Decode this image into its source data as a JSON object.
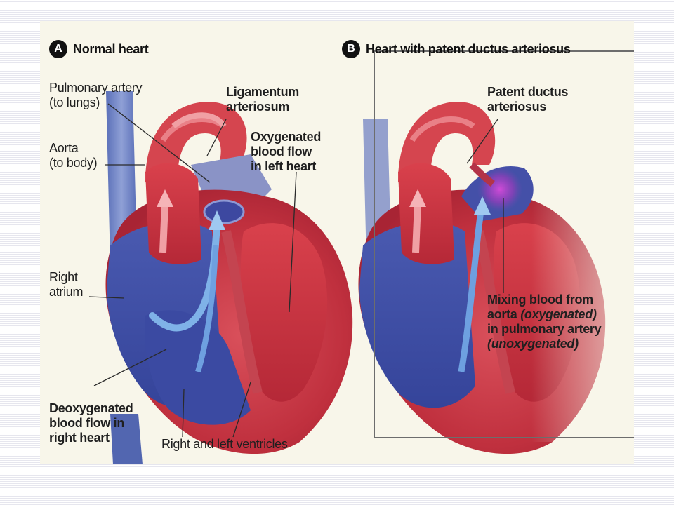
{
  "panel_a": {
    "badge": "A",
    "title": "Normal heart",
    "labels": {
      "pulmonary_artery": [
        "Pulmonary artery",
        "(to lungs)"
      ],
      "aorta": [
        "Aorta",
        "(to body)"
      ],
      "ligamentum": [
        "Ligamentum",
        "arteriosum"
      ],
      "oxygenated": [
        "Oxygenated",
        "blood flow",
        "in left heart"
      ],
      "right_atrium": [
        "Right",
        "atrium"
      ],
      "deoxygenated": [
        "Deoxygenated",
        "blood flow in",
        "right heart"
      ],
      "ventricles": "Right and left ventricles"
    }
  },
  "panel_b": {
    "badge": "B",
    "title": "Heart with patent ductus arteriosus",
    "labels": {
      "pda": [
        "Patent ductus",
        "arteriosus"
      ],
      "mixing_1": "Mixing blood from",
      "mixing_2a": "aorta ",
      "mixing_2b": "(oxygenated)",
      "mixing_3": "in pulmonary artery",
      "mixing_4": "(unoxygenated)"
    }
  },
  "colors": {
    "slide_bg": "#f8f6ea",
    "oxygenated_red": "#c8323f",
    "deoxygenated_blue": "#3a4ea6",
    "frame": "#6d6d6d"
  }
}
